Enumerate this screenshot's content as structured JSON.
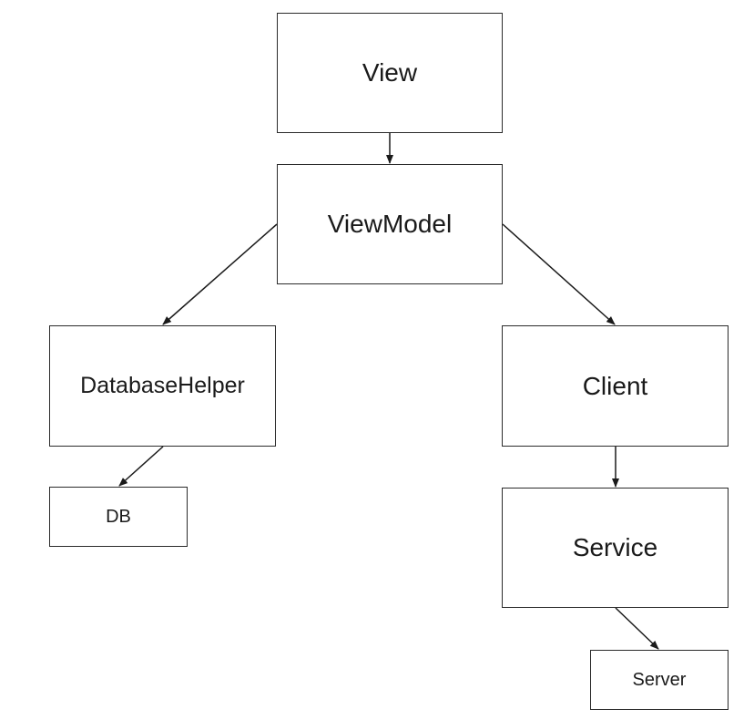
{
  "diagram": {
    "nodes": {
      "view": "View",
      "viewmodel": "ViewModel",
      "database_helper": "DatabaseHelper",
      "db": "DB",
      "client": "Client",
      "service": "Service",
      "server": "Server"
    },
    "edges": [
      {
        "from": "View",
        "to": "ViewModel"
      },
      {
        "from": "ViewModel",
        "to": "DatabaseHelper"
      },
      {
        "from": "ViewModel",
        "to": "Client"
      },
      {
        "from": "DatabaseHelper",
        "to": "DB"
      },
      {
        "from": "Client",
        "to": "Service"
      },
      {
        "from": "Service",
        "to": "Server"
      }
    ],
    "colors": {
      "stroke": "#2b2b2b",
      "text": "#1a1a1a",
      "background": "#ffffff"
    }
  }
}
